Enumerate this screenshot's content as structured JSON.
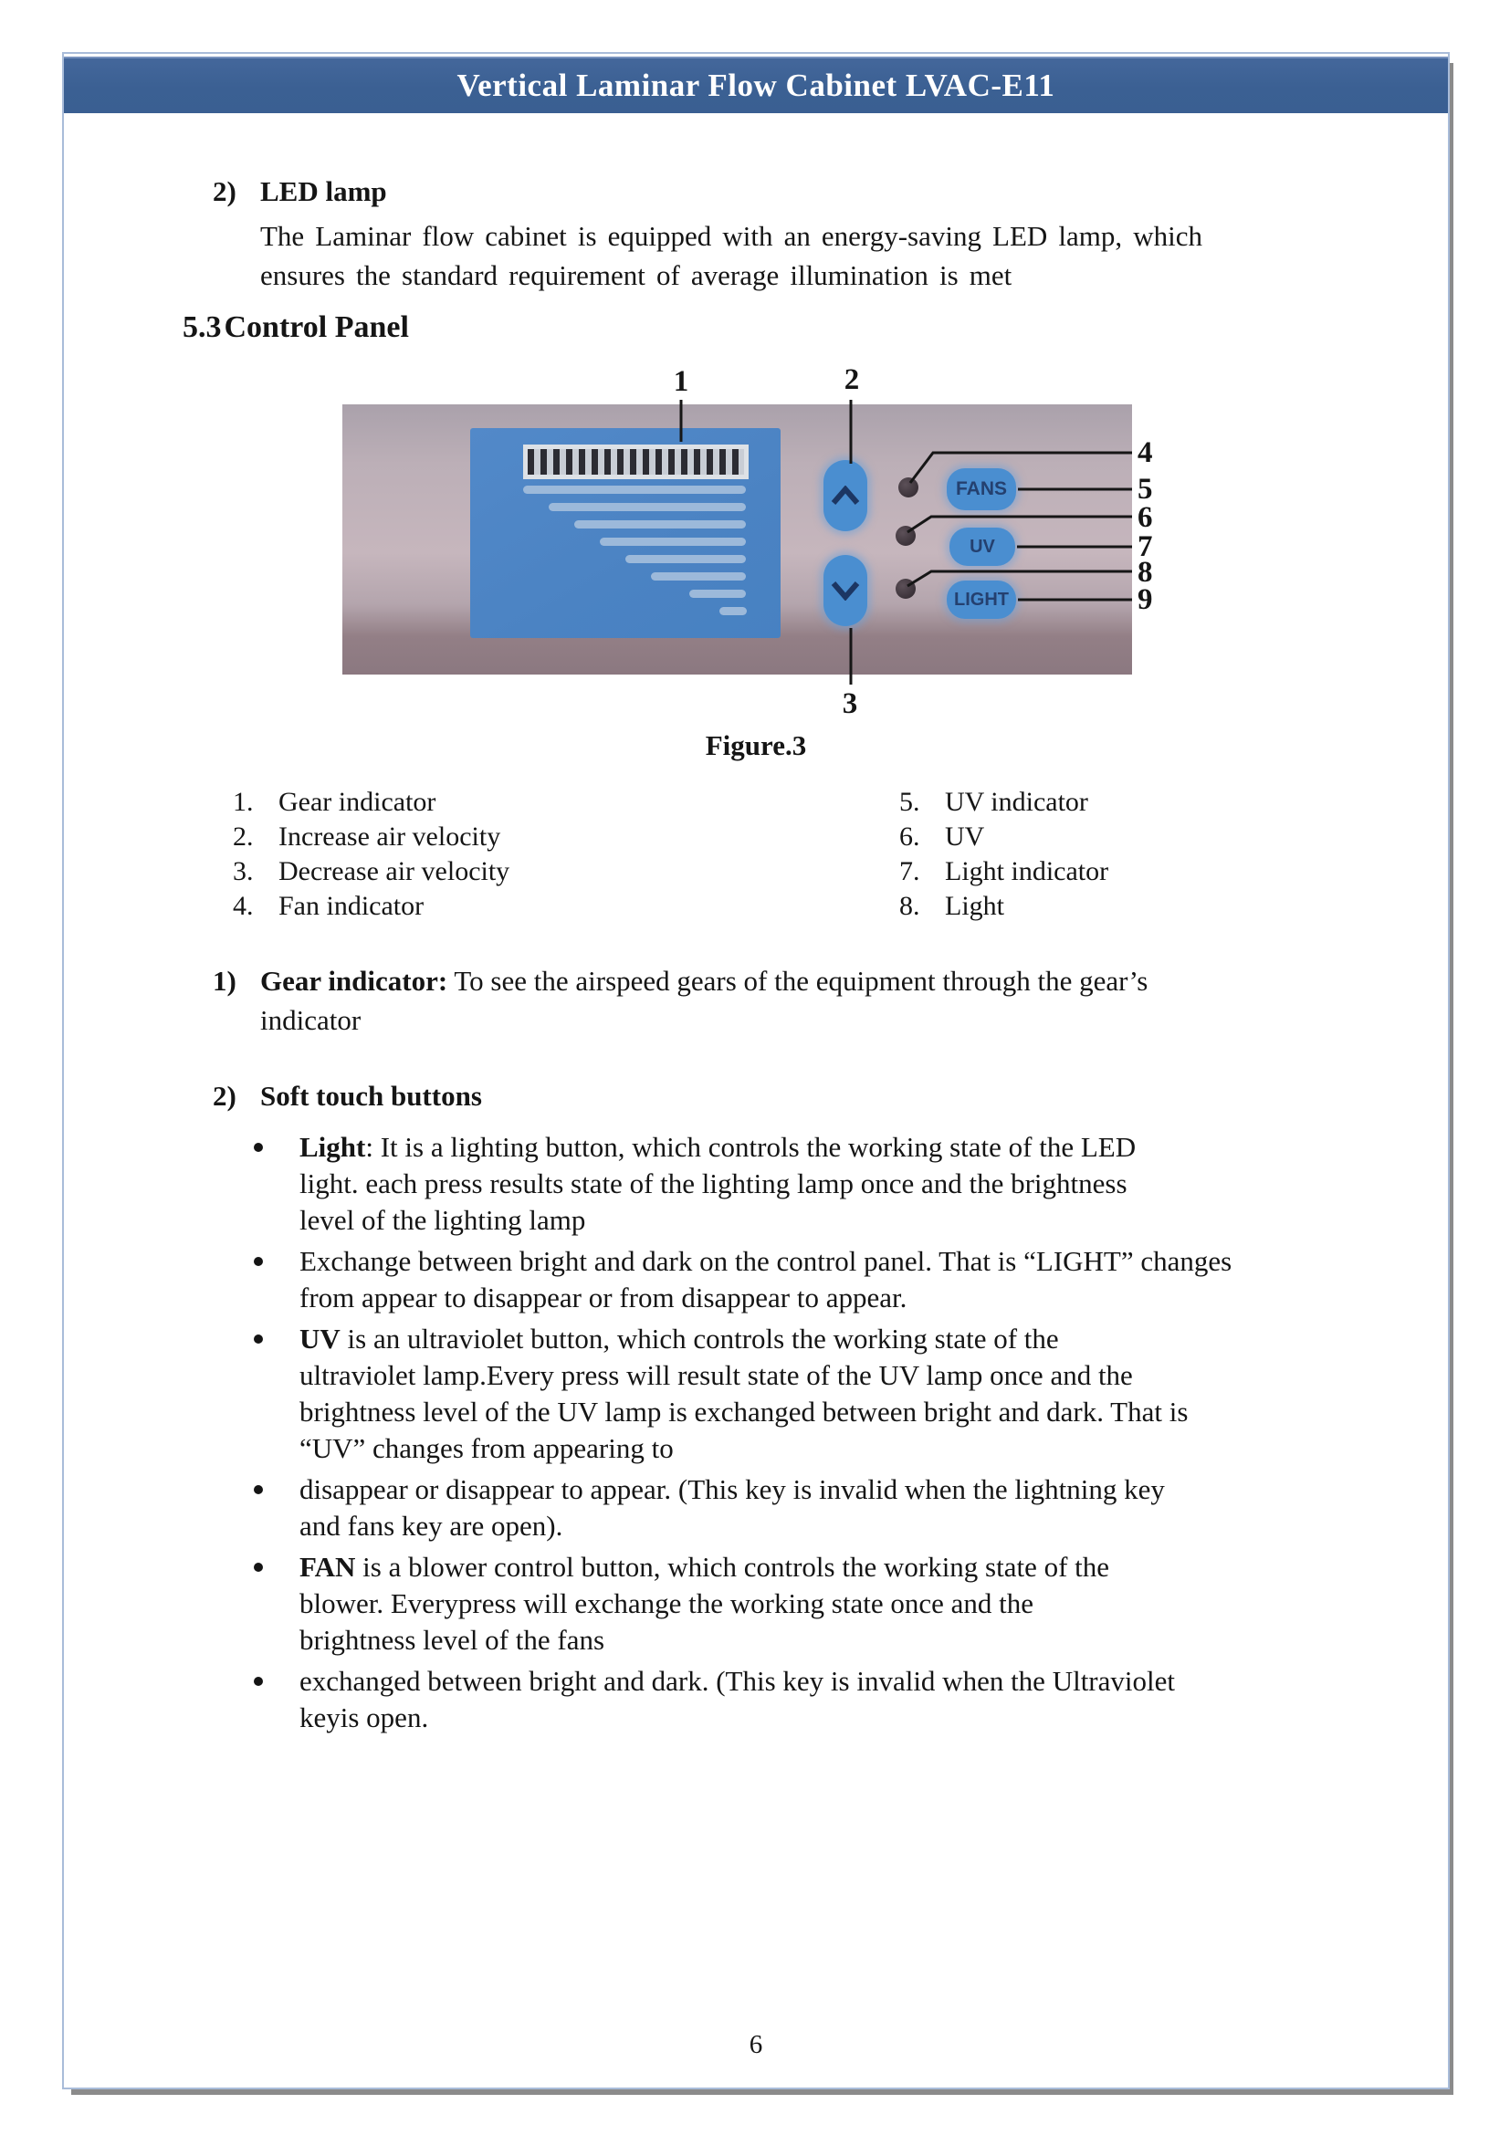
{
  "header": {
    "title": "Vertical Laminar Flow Cabinet LVAC-E11"
  },
  "led_lamp": {
    "label": "2)",
    "title": "LED lamp",
    "body": "The Laminar flow cabinet is equipped with an energy-saving LED lamp, which\nensures the standard requirement of average illumination is met"
  },
  "control_panel_heading": {
    "number": "5.3",
    "title": "Control Panel"
  },
  "figure": {
    "caption": "Figure.3",
    "callouts": [
      "1",
      "2",
      "3",
      "4",
      "5",
      "6",
      "7",
      "8",
      "9"
    ],
    "panel_buttons": [
      "FANS",
      "UV",
      "LIGHT"
    ]
  },
  "legend": {
    "left": [
      {
        "num": "1.",
        "label": "Gear indicator"
      },
      {
        "num": "2.",
        "label": "Increase air velocity"
      },
      {
        "num": "3.",
        "label": "Decrease air velocity"
      },
      {
        "num": "4.",
        "label": "Fan indicator"
      }
    ],
    "right": [
      {
        "num": "5.",
        "label": "UV indicator"
      },
      {
        "num": "6.",
        "label": "UV"
      },
      {
        "num": "7.",
        "label": "Light indicator"
      },
      {
        "num": "8.",
        "label": "Light"
      }
    ]
  },
  "gear_indicator": {
    "label": "1)",
    "bold": "Gear indicator:",
    "text": " To see the airspeed gears of the equipment through the gear’s\nindicator"
  },
  "soft_touch": {
    "label": "2)",
    "title": "Soft touch buttons",
    "bullets": [
      {
        "bold": "Light",
        "text": ": It is a lighting button, which controls the working state of the LED\nlight. each press results state of the lighting lamp once and the brightness\nlevel of the lighting lamp"
      },
      {
        "bold": "",
        "text": "Exchange between bright and dark on the control panel. That is “LIGHT” changes\nfrom appear to disappear or from disappear to appear."
      },
      {
        "bold": "UV",
        "text": " is an ultraviolet button, which controls the working state of the\nultraviolet lamp.Every press will result state of the UV lamp once and the\nbrightness level of the UV lamp is exchanged between bright and dark. That is\n“UV” changes from appearing to"
      },
      {
        "bold": "",
        "text": "disappear or disappear to appear. (This key is invalid when the lightning key\nand fans key are open)."
      },
      {
        "bold": "FAN",
        "text": " is a blower control button, which controls the working state of the\nblower. Everypress will exchange the working state once and the\nbrightness level of the fans"
      },
      {
        "bold": "",
        "text": "exchanged between bright and dark. (This key is invalid when the Ultraviolet\nkeyis open."
      }
    ]
  },
  "page": {
    "number": "6"
  }
}
